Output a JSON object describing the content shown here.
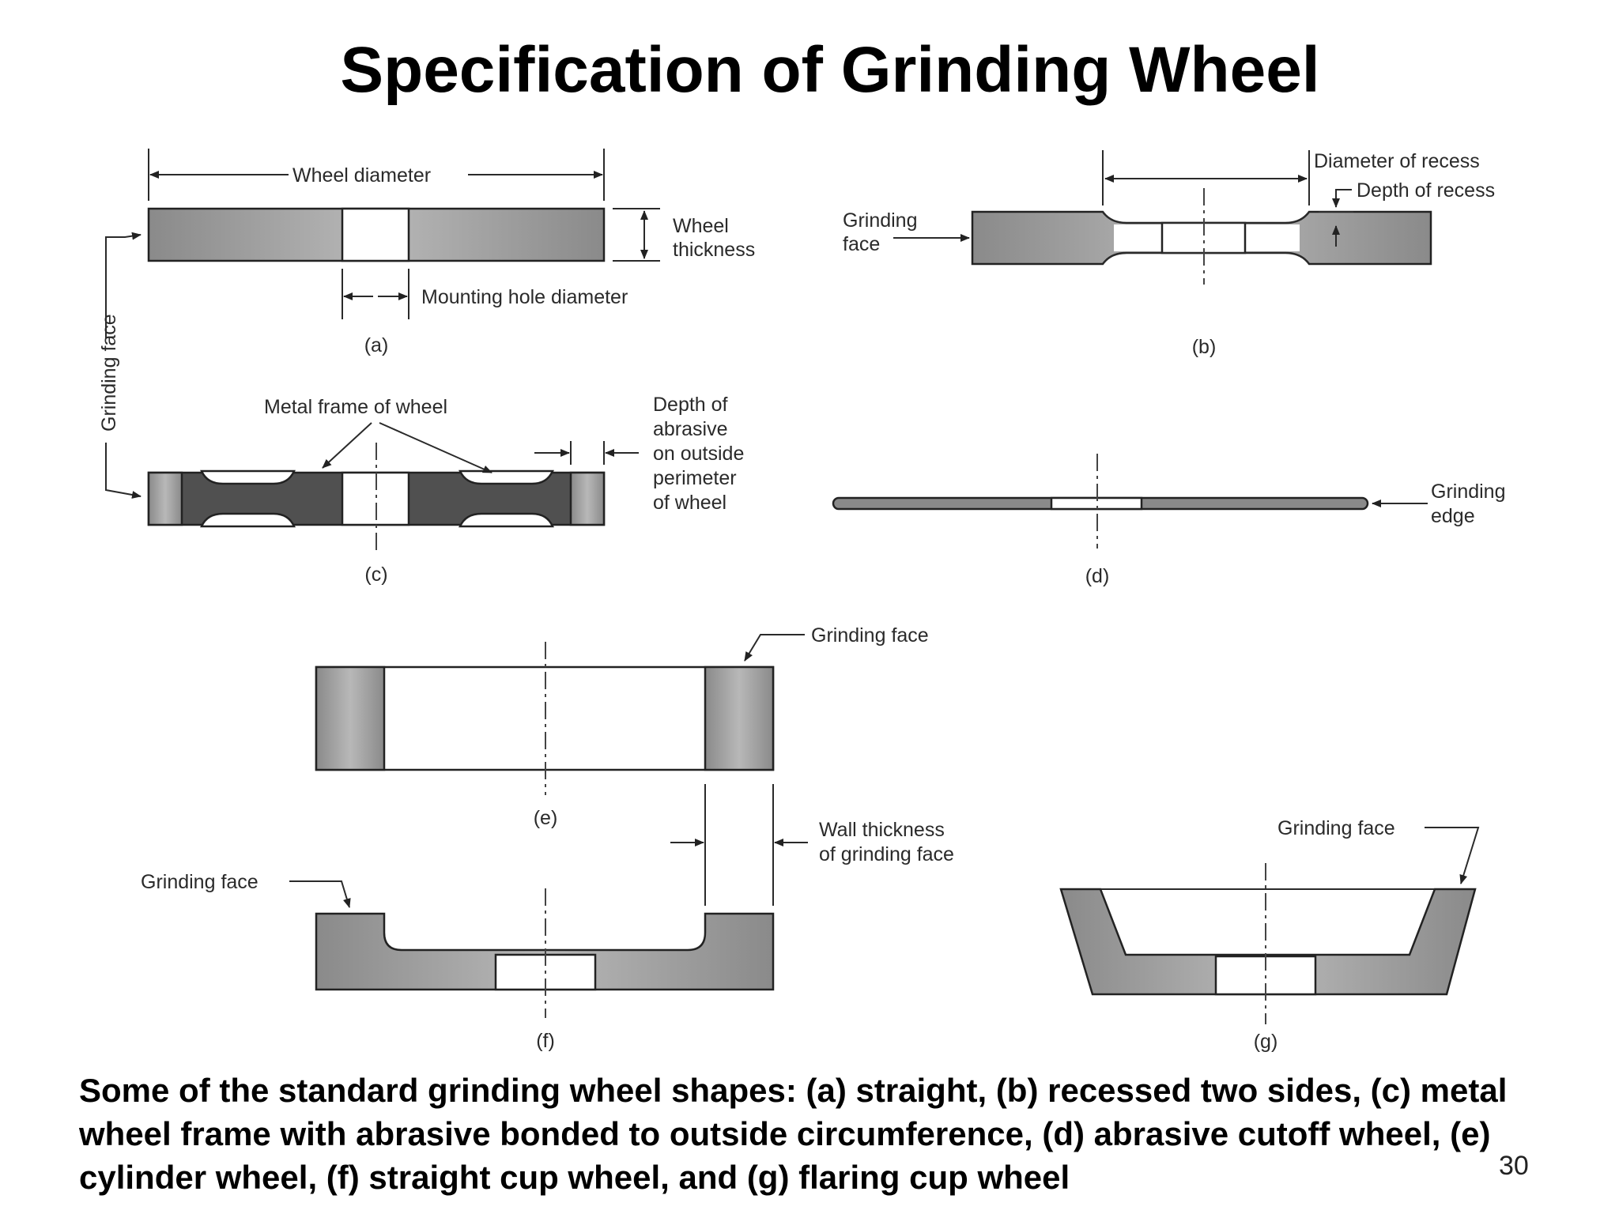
{
  "slide": {
    "title": "Specification of Grinding Wheel",
    "caption": "Some of the standard grinding wheel shapes: (a) straight, (b) recessed two sides, (c) metal wheel frame with abrasive bonded to outside circumference, (d) abrasive cutoff wheel, (e) cylinder wheel, (f) straight cup wheel, and (g) flaring cup wheel",
    "page_number": "30"
  },
  "diagram": {
    "a": {
      "label": "(a)",
      "wheel_diameter": "Wheel diameter",
      "wheel_thickness_line1": "Wheel",
      "wheel_thickness_line2": "thickness",
      "mounting_hole": "Mounting hole diameter",
      "grinding_face": "Grinding face"
    },
    "b": {
      "label": "(b)",
      "diameter_of_recess": "Diameter of recess",
      "depth_of_recess": "Depth of recess",
      "grinding_face_line1": "Grinding",
      "grinding_face_line2": "face"
    },
    "c": {
      "label": "(c)",
      "metal_frame": "Metal frame of wheel",
      "depth_line1": "Depth of",
      "depth_line2": "abrasive",
      "depth_line3": "on outside",
      "depth_line4": "perimeter",
      "depth_line5": "of wheel"
    },
    "d": {
      "label": "(d)",
      "grinding_edge_line1": "Grinding",
      "grinding_edge_line2": "edge"
    },
    "e": {
      "label": "(e)",
      "grinding_face": "Grinding face"
    },
    "f": {
      "label": "(f)",
      "grinding_face": "Grinding face",
      "wall_thickness_line1": "Wall thickness",
      "wall_thickness_line2": "of grinding face"
    },
    "g": {
      "label": "(g)",
      "grinding_face": "Grinding face"
    }
  }
}
